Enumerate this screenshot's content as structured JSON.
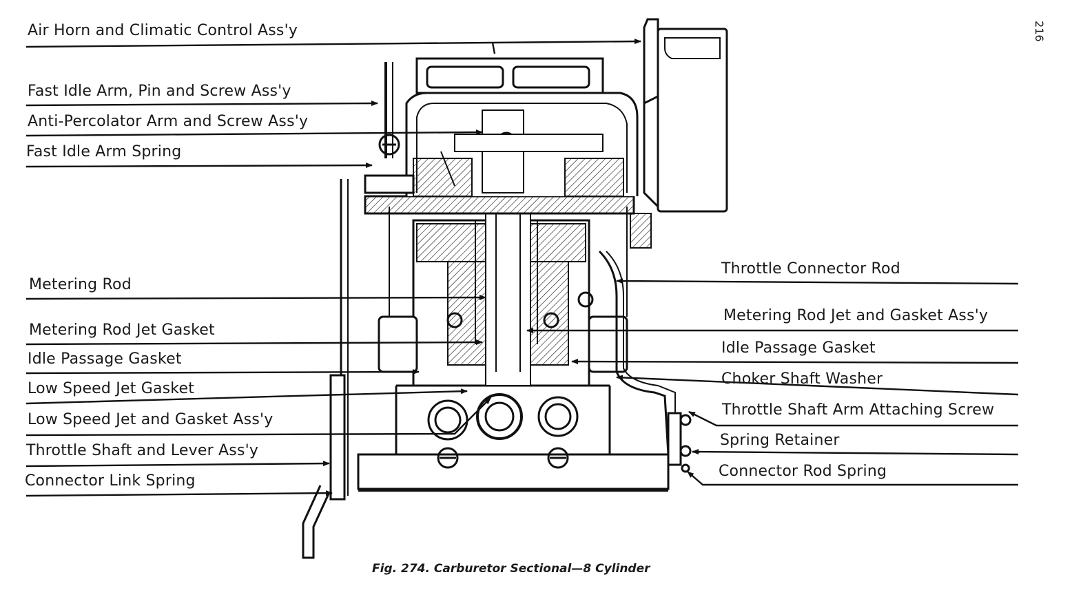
{
  "page_number": "216",
  "caption": "Fig. 274.  Carburetor Sectional—8 Cylinder",
  "labels_left": [
    "Air Horn and Climatic Control Ass'y",
    "Fast Idle Arm, Pin and Screw Ass'y",
    "Anti-Percolator Arm and Screw Ass'y",
    "Fast Idle Arm Spring",
    "Metering Rod",
    "Metering Rod Jet Gasket",
    "Idle Passage Gasket",
    "Low Speed Jet Gasket",
    "Low Speed Jet and Gasket Ass'y",
    "Throttle Shaft and Lever Ass'y",
    "Connector Link Spring"
  ],
  "labels_right": [
    "Throttle Connector Rod",
    "Metering Rod Jet and Gasket Ass'y",
    "Idle Passage Gasket",
    "Choker Shaft Washer",
    "Throttle Shaft Arm Attaching Screw",
    "Spring Retainer",
    "Connector Rod Spring"
  ]
}
